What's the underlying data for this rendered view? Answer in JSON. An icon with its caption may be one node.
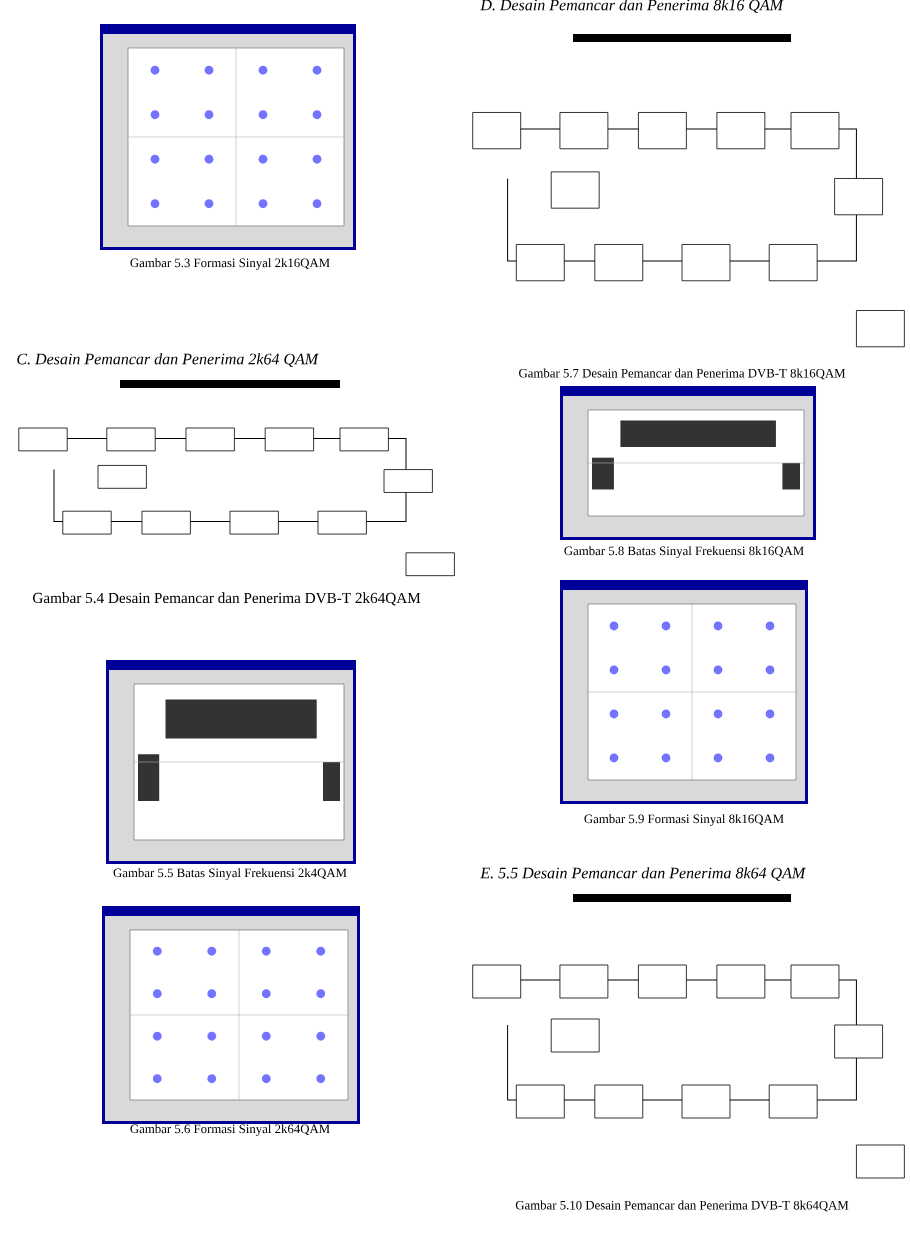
{
  "diagram": {
    "labels": [
      "Gambar 5.3 Formasi Sinyal 2k16QAM",
      "C.   Desain Pemancar dan Penerima 2k64 QAM",
      "Gambar 5.4 Desain Pemancar dan Penerima DVB-T 2k64QAM",
      "Gambar 5.5 Batas Sinyal Frekuensi 2k4QAM",
      "Gambar 5.6 Formasi Sinyal 2k64QAM",
      "D.   Desain Pemancar dan Penerima 8k16 QAM",
      "Gambar 5.7 Desain Pemancar dan Penerima DVB-T 8k16QAM",
      "Gambar 5.8 Batas Sinyal Frekuensi 8k16QAM",
      "Gambar 5.9 Formasi Sinyal 8k16QAM",
      "E.   5.5 Desain Pemancar dan Penerima 8k64 QAM",
      "Gambar 5.10 Desain Pemancar dan Penerima DVB-T 8k64QAM"
    ]
  }
}
